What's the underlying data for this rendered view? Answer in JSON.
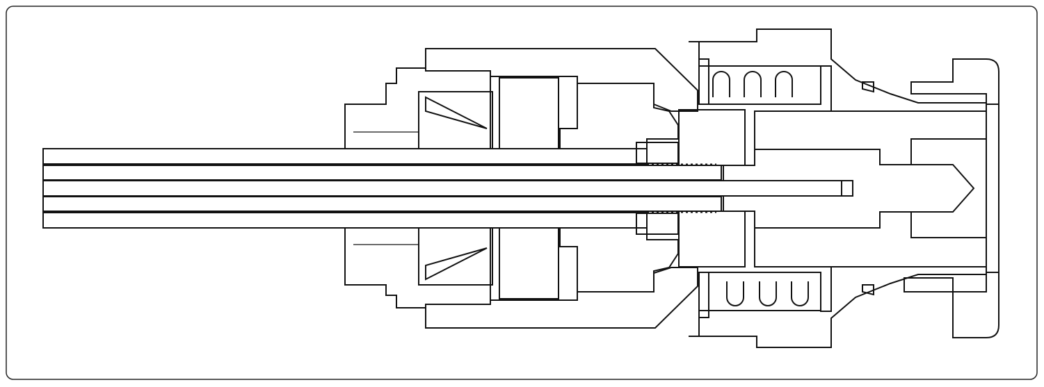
{
  "figure": {
    "kind": "connector-cross-section",
    "colors": {
      "line": "#111111",
      "background": "#ffffff",
      "frame": "#222222"
    },
    "parts": [
      {
        "id": "cable-jacket",
        "hatch": "diag-right-wide"
      },
      {
        "id": "cable-braid",
        "hatch": "crosshatch"
      },
      {
        "id": "cable-core",
        "hatch": "none"
      },
      {
        "id": "clamp-nut",
        "hatch": "none"
      },
      {
        "id": "ferrule-wedge",
        "hatch": "diag-right-dense"
      },
      {
        "id": "gland-ring",
        "hatch": "none"
      },
      {
        "id": "body-housing",
        "hatch": "diag-right-wide"
      },
      {
        "id": "insert-body",
        "hatch": "diag-right-wide"
      },
      {
        "id": "coupling-sleeve",
        "hatch": "diag-left-wide"
      },
      {
        "id": "spring",
        "hatch": "none"
      },
      {
        "id": "center-pin",
        "hatch": "diag-right-wide"
      },
      {
        "id": "front-nut",
        "hatch": "diag-left-dashed"
      }
    ]
  }
}
